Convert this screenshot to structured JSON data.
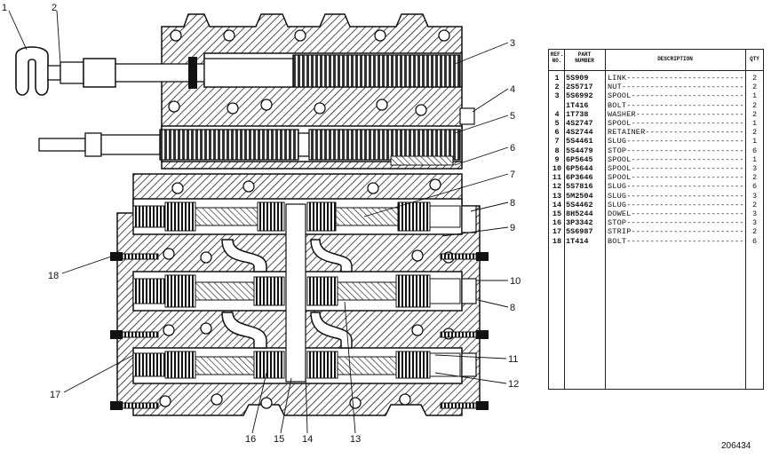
{
  "figure_id": "206434",
  "callouts": [
    "1",
    "2",
    "3",
    "4",
    "5",
    "6",
    "7",
    "8",
    "9",
    "10",
    "8",
    "11",
    "12",
    "13",
    "14",
    "15",
    "16",
    "17",
    "18"
  ],
  "table": {
    "headers": {
      "ref": "REF.\nNO.",
      "part": "PART\nNUMBER",
      "desc": "DESCRIPTION",
      "qty": "QTY"
    },
    "rows": [
      {
        "ref": "1",
        "part": "5S909",
        "desc": "LINK",
        "qty": "2"
      },
      {
        "ref": "2",
        "part": "2S5717",
        "desc": "NUT",
        "qty": "2"
      },
      {
        "ref": "3",
        "part": "5S6992",
        "desc": "SPOOL",
        "qty": "1"
      },
      {
        "ref": "",
        "part": "1T416",
        "desc": "BOLT",
        "qty": "2"
      },
      {
        "ref": "4",
        "part": "1T738",
        "desc": "WASHER",
        "qty": "2"
      },
      {
        "ref": "5",
        "part": "4S2747",
        "desc": "SPOOL",
        "qty": "1"
      },
      {
        "ref": "6",
        "part": "4S2744",
        "desc": "RETAINER",
        "qty": "2"
      },
      {
        "ref": "7",
        "part": "5S4461",
        "desc": "SLUG",
        "qty": "1"
      },
      {
        "ref": "8",
        "part": "5S4479",
        "desc": "STOP",
        "qty": "6"
      },
      {
        "ref": "9",
        "part": "6P5645",
        "desc": "SPOOL",
        "qty": "1"
      },
      {
        "ref": "10",
        "part": "6P5644",
        "desc": "SPOOL",
        "qty": "3"
      },
      {
        "ref": "11",
        "part": "6P3646",
        "desc": "SPOOL",
        "qty": "2"
      },
      {
        "ref": "12",
        "part": "5S7816",
        "desc": "SLUG",
        "qty": "6"
      },
      {
        "ref": "13",
        "part": "5M2504",
        "desc": "SLUG",
        "qty": "3"
      },
      {
        "ref": "14",
        "part": "5S4462",
        "desc": "SLUG",
        "qty": "2"
      },
      {
        "ref": "15",
        "part": "8H5244",
        "desc": "DOWEL",
        "qty": "3"
      },
      {
        "ref": "16",
        "part": "3P3342",
        "desc": "STOP",
        "qty": "3"
      },
      {
        "ref": "17",
        "part": "5S6987",
        "desc": "STRIP",
        "qty": "2"
      },
      {
        "ref": "18",
        "part": "1T414",
        "desc": "BOLT",
        "qty": "6"
      }
    ]
  }
}
